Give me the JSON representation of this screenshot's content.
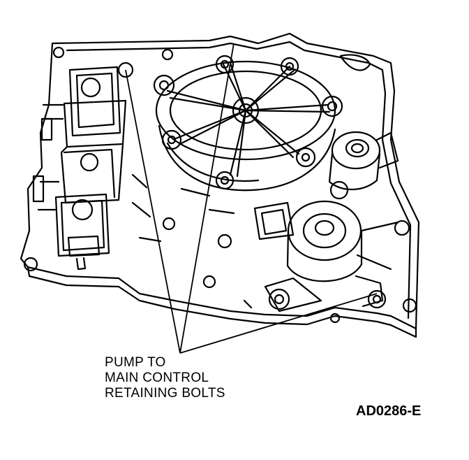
{
  "callout": {
    "lines": [
      "PUMP TO",
      "MAIN CONTROL",
      "RETAINING BOLTS"
    ]
  },
  "figure_id": "AD0286-E"
}
